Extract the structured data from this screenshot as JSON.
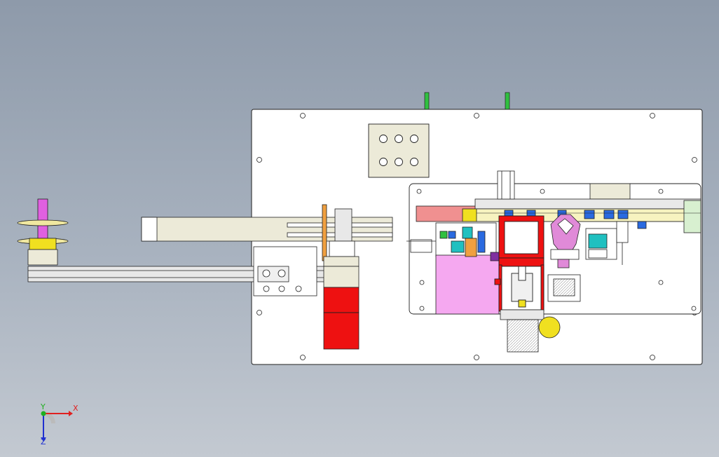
{
  "viewport": {
    "background_top": "#8e9aaa",
    "background_bottom": "#c3c9d1"
  },
  "triad": {
    "x_label": "X",
    "y_label": "Y",
    "z_label": "Z",
    "x_color": "#e02020",
    "y_color": "#20b020",
    "z_color": "#2030d0"
  },
  "colors": {
    "plate": "#ffffff",
    "outline": "#202020",
    "red_part": "#ee1111",
    "magenta_part": "#f5a8f0",
    "pink_part": "#e08ad8",
    "blue_part": "#2a6ae0",
    "green_part": "#30c040",
    "yellow_part": "#f0e020",
    "gray_part": "#c8c8c8",
    "beige_part": "#ecead8",
    "orange_part": "#f0a040",
    "cyan_part": "#20c0c0",
    "salmon_part": "#f09090"
  }
}
